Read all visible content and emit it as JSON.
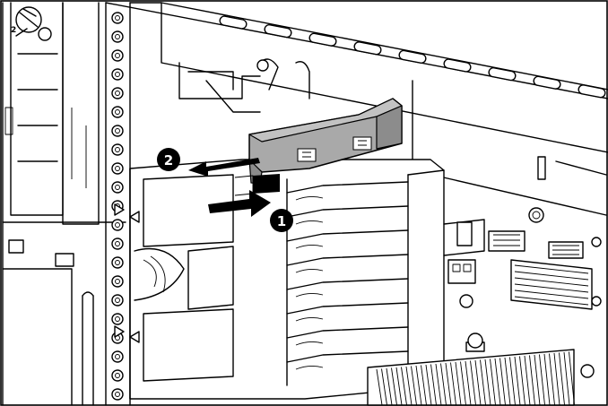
{
  "figure": {
    "callouts": [
      {
        "label": "1",
        "meaning": "push-arrow"
      },
      {
        "label": "2",
        "meaning": "pull-arrow"
      }
    ],
    "inset_label": "2",
    "colors": {
      "line": "#000000",
      "background": "#ffffff",
      "module_fill": "#a9a9a9",
      "module_shade": "#8c8c8c",
      "arrow_fill": "#000000"
    }
  }
}
